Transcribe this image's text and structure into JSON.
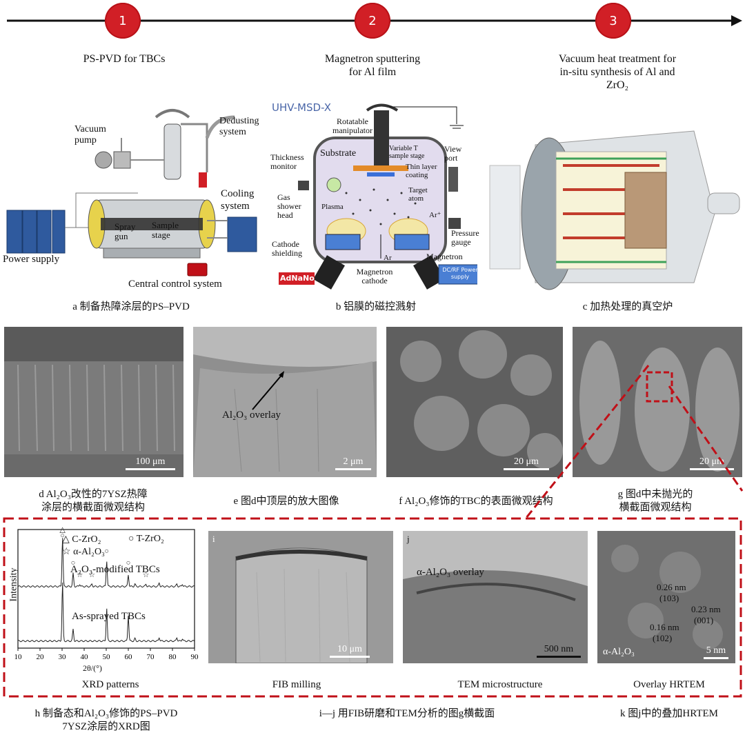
{
  "steps": [
    {
      "num": "1",
      "label_lines": [
        "PS-PVD for TBCs"
      ]
    },
    {
      "num": "2",
      "label_lines": [
        "Magnetron sputtering",
        "for Al film"
      ]
    },
    {
      "num": "3",
      "label_lines": [
        "Vacuum heat treatment for",
        "in-situ synthesis of Al and",
        "ZrO₂"
      ]
    }
  ],
  "panel_a": {
    "labels": {
      "vacuum_pump": "Vacuum pump",
      "dedusting": "Dedusting system",
      "cooling": "Cooling system",
      "spray_gun": "Spray gun",
      "sample_stage": "Sample stage",
      "power_supply": "Power supply",
      "central_control": "Central control system"
    },
    "caption": "a  制备热障涂层的PS–PVD"
  },
  "panel_b": {
    "labels": {
      "model": "UHV-MSD-X",
      "manipulator": "Rotatable manipulator",
      "substrate": "Substrate",
      "var_stage": "Variable T sample stage",
      "thin_layer": "Thin layer coating",
      "thickness": "Thickness monitor",
      "view_port": "View port",
      "target_atom": "Target atom",
      "plasma": "Plasma",
      "gas_shower": "Gas shower head",
      "ar_plus": "Ar⁺",
      "pressure": "Pressure gauge",
      "cathode_shield": "Cathode shielding",
      "ar": "Ar",
      "magnetron": "Magnetron",
      "magnetron_cathode": "Magnetron cathode",
      "brand": "AdNaNo",
      "dcrf": "DC/RF Power supply"
    },
    "caption": "b  铝膜的磁控溅射"
  },
  "panel_c": {
    "caption": "c  加热处理的真空炉"
  },
  "micrographs": [
    {
      "scale": "100 μm",
      "caption_lines": [
        "d  Al₂O₃改性的7YSZ热障",
        "涂层的横截面微观结构"
      ]
    },
    {
      "scale": "2 μm",
      "annotation": "Al₂O₃ overlay",
      "caption_lines": [
        "e  图d中顶层的放大图像"
      ]
    },
    {
      "scale": "20 μm",
      "caption_lines": [
        "f  Al₂O₃修饰的TBC的表面微观结构"
      ]
    },
    {
      "scale": "20 μm",
      "caption_lines": [
        "g  图d中未抛光的",
        "横截面微观结构"
      ]
    }
  ],
  "chart_data": {
    "type": "line",
    "xlabel": "2θ/(°)",
    "ylabel": "Intensity",
    "xlim": [
      10,
      90
    ],
    "x_ticks": [
      10,
      20,
      30,
      40,
      50,
      60,
      70,
      80,
      90
    ],
    "legend": [
      "C-ZrO₂",
      "T-ZrO₂",
      "α-Al₂O₃"
    ],
    "series": [
      {
        "name": "A₂O₃-modified TBCs",
        "offset": 0.52,
        "peaks": [
          [
            30.2,
            0.42
          ],
          [
            35.0,
            0.11
          ],
          [
            38.0,
            0.02
          ],
          [
            43.5,
            0.02
          ],
          [
            50.2,
            0.22
          ],
          [
            60.0,
            0.1
          ],
          [
            63.0,
            0.02
          ],
          [
            68.0,
            0.02
          ],
          [
            74.0,
            0.03
          ],
          [
            82.0,
            0.02
          ],
          [
            84.5,
            0.02
          ]
        ]
      },
      {
        "name": "As-sprayed TBCs",
        "offset": 0.06,
        "peaks": [
          [
            30.2,
            0.5
          ],
          [
            35.0,
            0.1
          ],
          [
            50.2,
            0.28
          ],
          [
            60.0,
            0.22
          ],
          [
            63.0,
            0.02
          ],
          [
            74.0,
            0.03
          ],
          [
            82.0,
            0.03
          ],
          [
            84.5,
            0.02
          ]
        ]
      }
    ],
    "markers": [
      {
        "symbol": "△",
        "x": 30.2,
        "level": "top"
      },
      {
        "symbol": "○",
        "x": 30.2,
        "level": "top2"
      },
      {
        "symbol": "○",
        "x": 35.0,
        "level": "mid"
      },
      {
        "symbol": "☆",
        "x": 38.0,
        "level": "low"
      },
      {
        "symbol": "☆",
        "x": 43.5,
        "level": "low"
      },
      {
        "symbol": "○",
        "x": 50.2,
        "level": "mid2"
      },
      {
        "symbol": "○",
        "x": 60.0,
        "level": "mid"
      },
      {
        "symbol": "☆",
        "x": 68.0,
        "level": "low"
      }
    ],
    "subtitle": "XRD patterns"
  },
  "panel_i": {
    "letter": "i",
    "scale": "10 μm",
    "subtitle": "FIB milling"
  },
  "panel_j": {
    "letter": "j",
    "annotation": "α-Al₂O₃ overlay",
    "scale": "500 nm",
    "subtitle": "TEM microstructure"
  },
  "panel_k": {
    "annotations": [
      "0.26 nm",
      "(103)",
      "0.23 nm",
      "(001)",
      "0.16 nm",
      "(102)"
    ],
    "phase": "α-Al₂O₃",
    "scale": "5 nm",
    "subtitle": "Overlay HRTEM"
  },
  "bottom_captions": {
    "h_lines": [
      "h  制备态和Al₂O₃修饰的PS–PVD",
      "7YSZ涂层的XRD图"
    ],
    "ij": "i—j  用FIB研磨和TEM分析的图g横截面",
    "k": "k  图j中的叠加HRTEM"
  }
}
